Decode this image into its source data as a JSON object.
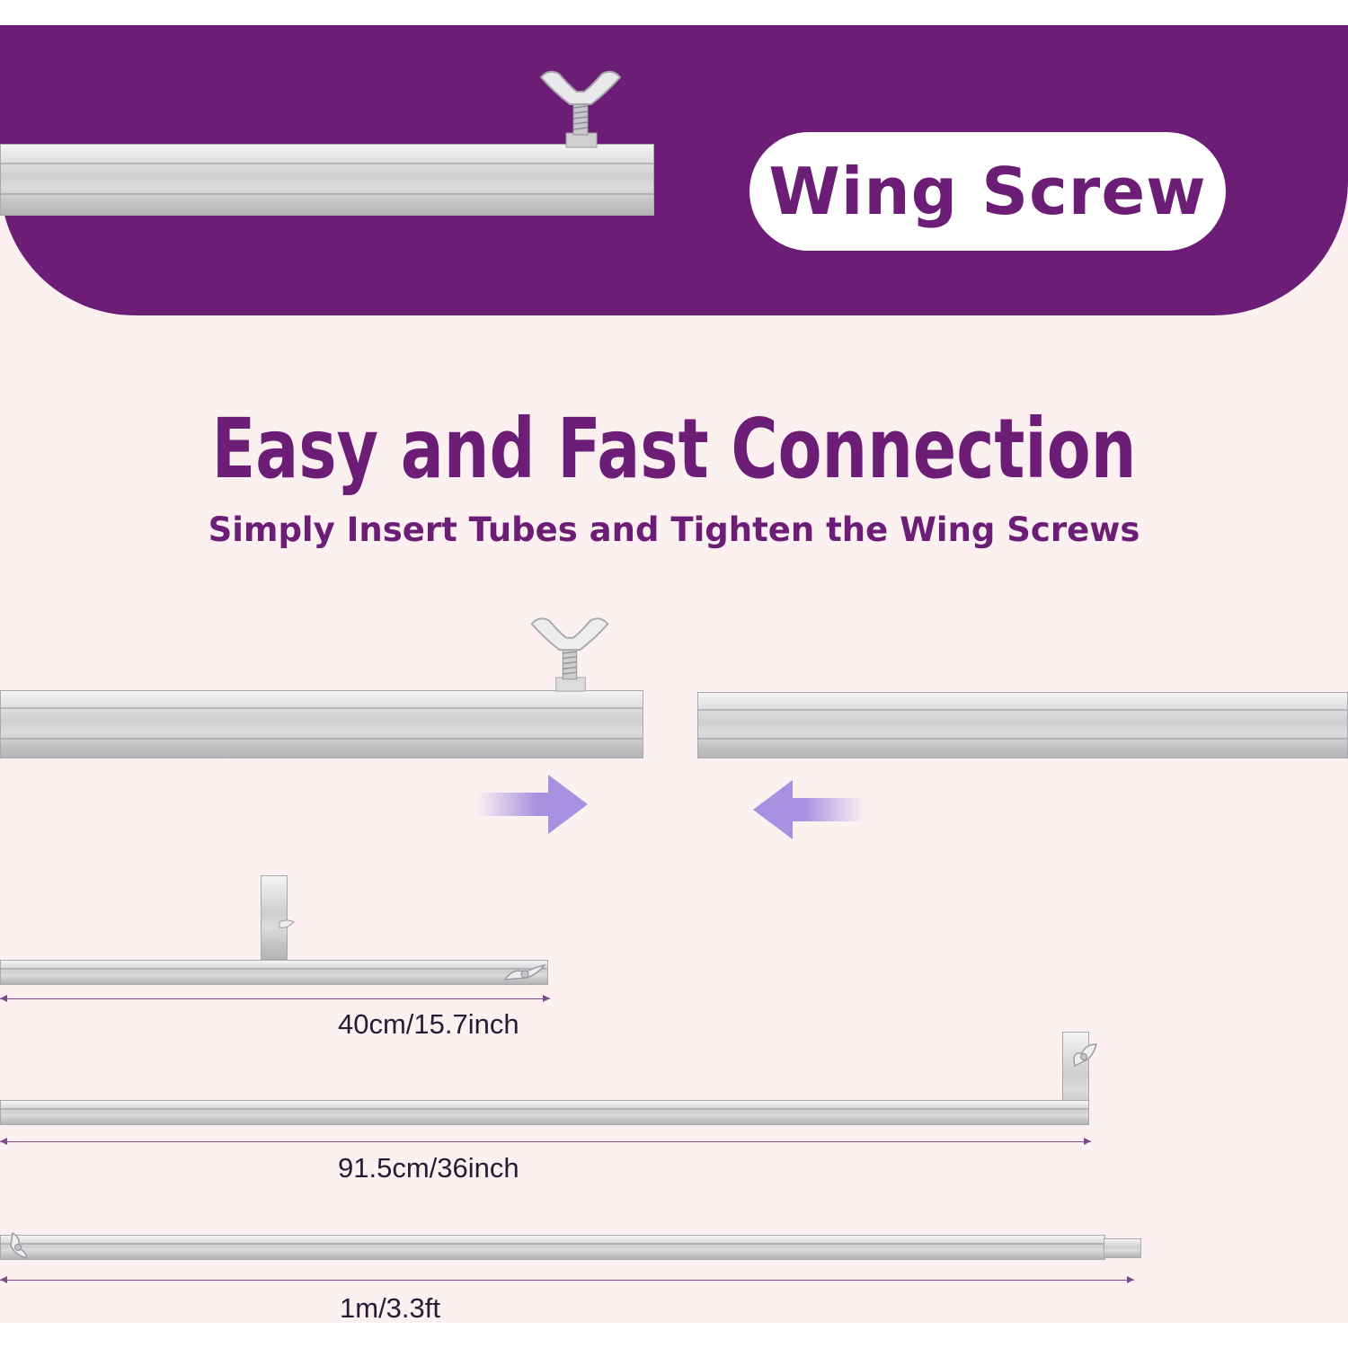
{
  "banner": {
    "badge_label": "Wing Screw"
  },
  "headline": "Easy and Fast Connection",
  "subheadline": "Simply Insert Tubes and Tighten the Wing Screws",
  "dimensions": [
    {
      "label": "40cm/15.7inch"
    },
    {
      "label": "91.5cm/36inch"
    },
    {
      "label": "1m/3.3ft"
    }
  ],
  "colors": {
    "brand_purple": "#6c1d75",
    "background_pink": "#fdf0f1",
    "arrow_lavender": "#a98fe0",
    "tube_silver": "#d2d2d4"
  },
  "icons": [
    "wing-screw-icon",
    "arrow-right-icon",
    "arrow-left-icon"
  ]
}
